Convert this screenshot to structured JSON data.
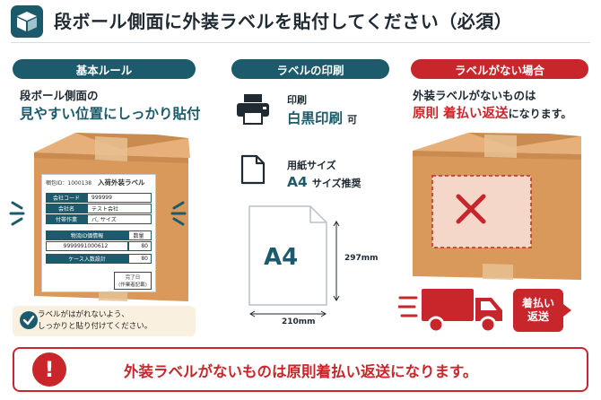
{
  "header": {
    "title": "段ボール側面に外装ラベルを貼付してください（必須）",
    "logo_icon": "box-icon"
  },
  "basic_rules": {
    "pill": "基本ルール",
    "line1": "段ボール側面の",
    "line2": "見やすい位置にしっかり貼付",
    "label": {
      "id_text": "梱包ID：1000138",
      "title": "入荷外装ラベル",
      "rows": [
        {
          "key": "会社コード",
          "value": "999999"
        },
        {
          "key": "会社名",
          "value": "テスト会社"
        },
        {
          "key": "付帯作業",
          "value": "バ, サイズ"
        }
      ],
      "logistics_header": "物流ID価情報",
      "qty_header": "数量",
      "logistics_id": "9999991000612",
      "logistics_qty": "80",
      "case_label": "ケース入数設計",
      "case_qty": "80",
      "finish_line1": "完了日",
      "finish_line2": "(作業者記載)"
    },
    "note_line1": "ラベルがはがれないよう、",
    "note_line2": "しっかりと貼り付けてください。"
  },
  "printing": {
    "pill": "ラベルの印刷",
    "print_label": "印刷",
    "print_value": "白黒印刷",
    "print_suffix": "可",
    "paper_label": "用紙サイズ",
    "paper_value": "A4",
    "paper_suffix": "サイズ推奨",
    "paper_text": "A4",
    "height_dim": "297mm",
    "width_dim": "210mm"
  },
  "no_label": {
    "pill": "ラベルがない場合",
    "line1": "外装ラベルがないものは",
    "line2_red": "原則 着払い返送",
    "line2_rest": "になります。",
    "cod_line1": "着払い",
    "cod_line2": "返送"
  },
  "bottom": {
    "warning_mark": "!",
    "text": "外装ラベルがないものは原則着払い返送になります。"
  },
  "colors": {
    "teal": "#1c5b6c",
    "red": "#c8262b",
    "cardboard": "#d9995a"
  }
}
